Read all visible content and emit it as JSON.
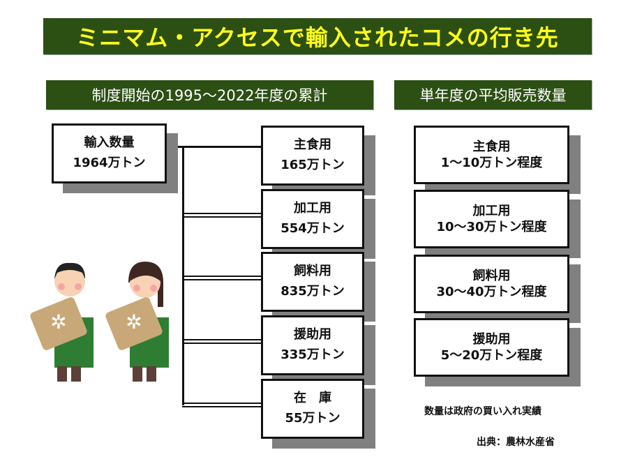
{
  "title": "ミニマム・アクセスで輸入されたコメの行き先",
  "left_header": "制度開始の1995〜2022年度の累計",
  "right_header": "単年度の平均販売数量",
  "import_total": {
    "label": "輸入数量",
    "value": "1964万トン"
  },
  "cumulative": [
    {
      "label": "主食用",
      "value": "165万トン"
    },
    {
      "label": "加工用",
      "value": "554万トン"
    },
    {
      "label": "飼料用",
      "value": "835万トン"
    },
    {
      "label": "援助用",
      "value": "335万トン"
    },
    {
      "label": "在　庫",
      "value": "55万トン"
    }
  ],
  "annual": [
    {
      "label": "主食用",
      "value": "1〜10万トン程度"
    },
    {
      "label": "加工用",
      "value": "10〜30万トン程度"
    },
    {
      "label": "飼料用",
      "value": "30〜40万トン程度"
    },
    {
      "label": "援助用",
      "value": "5〜20万トン程度"
    }
  ],
  "note": "数量は政府の買い入れ実績",
  "source": "出典：農林水産省",
  "colors": {
    "header_bg": "#2c4f14",
    "title_text": "#ffff1a",
    "shadow": "#808080"
  }
}
